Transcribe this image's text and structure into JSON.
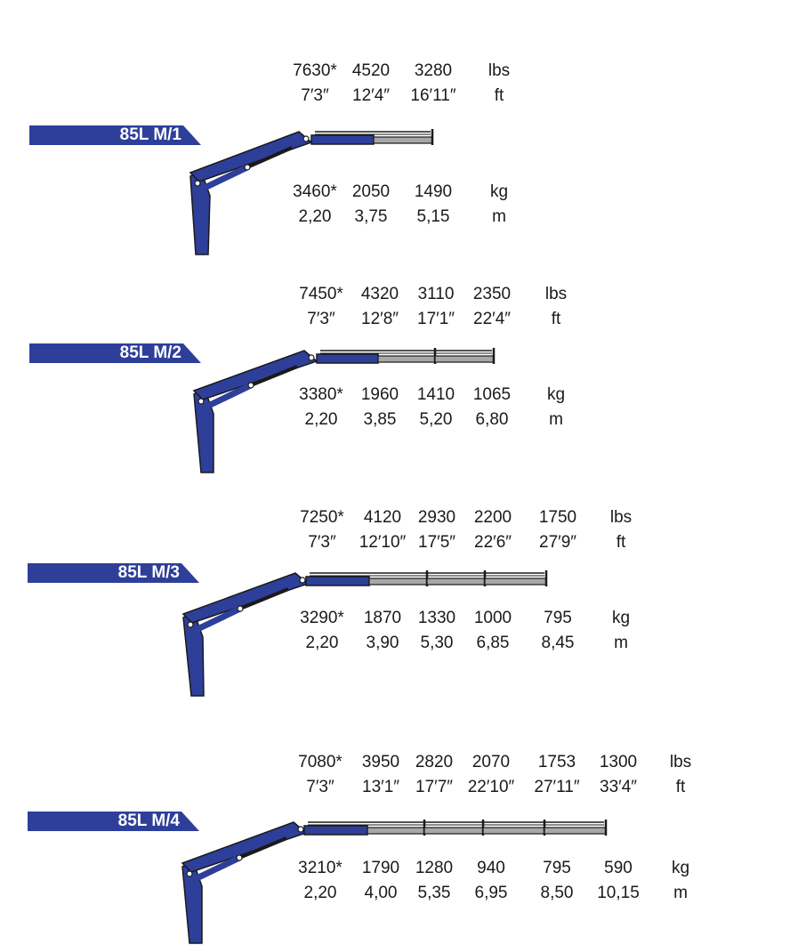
{
  "models": [
    {
      "label": "85L M/1",
      "lbs": [
        "7630*",
        "4520",
        "3280"
      ],
      "ft": [
        "7′3″",
        "12′4″",
        "16′11″"
      ],
      "kg": [
        "3460*",
        "2050",
        "1490"
      ],
      "m": [
        "2,20",
        "3,75",
        "5,15"
      ],
      "units": {
        "lbs": "lbs",
        "ft": "ft",
        "kg": "kg",
        "m": "m"
      }
    },
    {
      "label": "85L M/2",
      "lbs": [
        "7450*",
        "4320",
        "3110",
        "2350"
      ],
      "ft": [
        "7′3″",
        "12′8″",
        "17′1″",
        "22′4″"
      ],
      "kg": [
        "3380*",
        "1960",
        "1410",
        "1065"
      ],
      "m": [
        "2,20",
        "3,85",
        "5,20",
        "6,80"
      ],
      "units": {
        "lbs": "lbs",
        "ft": "ft",
        "kg": "kg",
        "m": "m"
      }
    },
    {
      "label": "85L M/3",
      "lbs": [
        "7250*",
        "4120",
        "2930",
        "2200",
        "1750"
      ],
      "ft": [
        "7′3″",
        "12′10″",
        "17′5″",
        "22′6″",
        "27′9″"
      ],
      "kg": [
        "3290*",
        "1870",
        "1330",
        "1000",
        "795"
      ],
      "m": [
        "2,20",
        "3,90",
        "5,30",
        "6,85",
        "8,45"
      ],
      "units": {
        "lbs": "lbs",
        "ft": "ft",
        "kg": "kg",
        "m": "m"
      }
    },
    {
      "label": "85L M/4",
      "lbs": [
        "7080*",
        "3950",
        "2820",
        "2070",
        "1753",
        "1300"
      ],
      "ft": [
        "7′3″",
        "13′1″",
        "17′7″",
        "22′10″",
        "27′11″",
        "33′4″"
      ],
      "kg": [
        "3210*",
        "1790",
        "1280",
        "940",
        "795",
        "590"
      ],
      "m": [
        "2,20",
        "4,00",
        "5,35",
        "6,95",
        "8,50",
        "10,15"
      ],
      "units": {
        "lbs": "lbs",
        "ft": "ft",
        "kg": "kg",
        "m": "m"
      }
    }
  ],
  "colors": {
    "boom_blue": "#2e3f9a",
    "extension_gray": "#a7a7a7",
    "outline": "#1a1a1a"
  }
}
